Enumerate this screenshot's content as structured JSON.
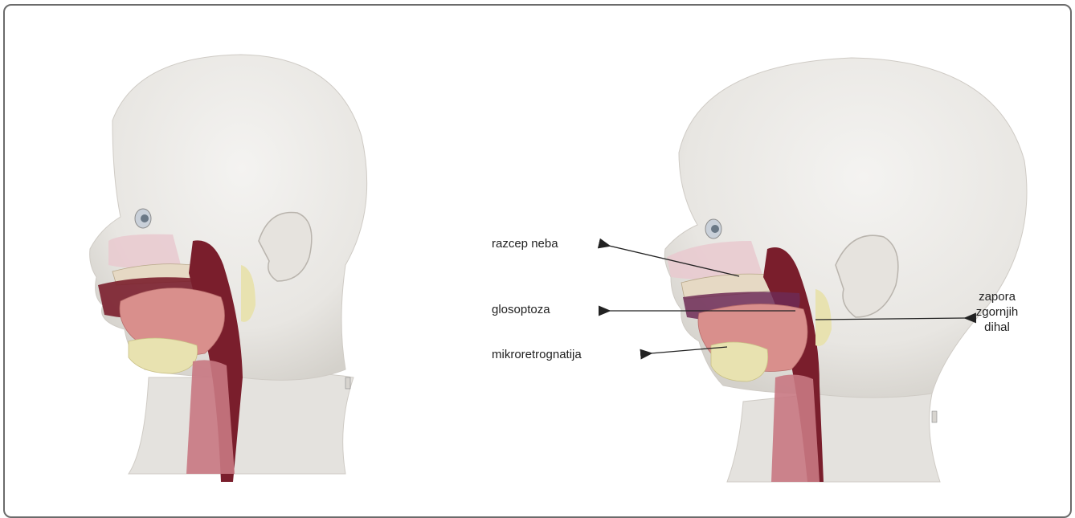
{
  "labels": {
    "cleft_palate": "razcep neba",
    "glossoptosis": "glosoptoza",
    "micrognathia": "mikroretrognatija",
    "airway_obstruction_line1": "zapora",
    "airway_obstruction_line2": "zgornjih",
    "airway_obstruction_line3": "dihal"
  },
  "colors": {
    "frame": "#6b6b6b",
    "skin": "#ecebe8",
    "skin_shadow": "#d8d6d2",
    "tongue": "#d98f8c",
    "airway_dark": "#7a1e2c",
    "trachea": "#c87882",
    "bone": "#e8e2b0",
    "palate": "#e6d9c4",
    "nose_pink": "#e9c9cf",
    "arrow": "#222222"
  }
}
